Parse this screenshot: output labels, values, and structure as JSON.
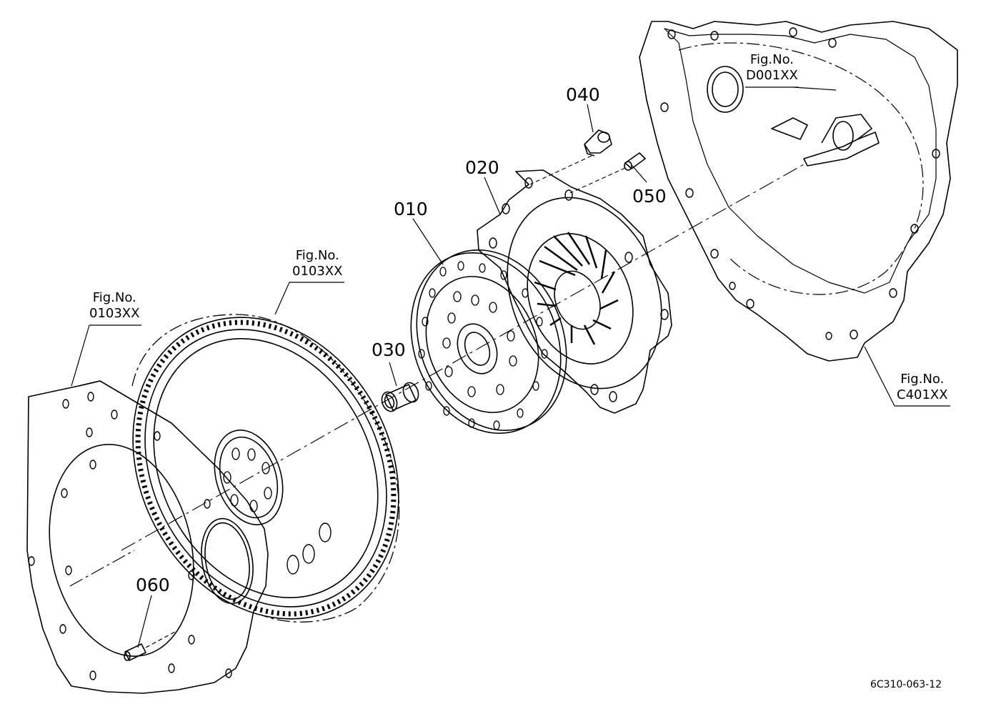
{
  "parts": [
    "010",
    "020",
    "030",
    "040",
    "050",
    "060"
  ],
  "fig_refs": [
    {
      "prefix": "Fig.No.",
      "code": "0103XX"
    },
    {
      "prefix": "Fig.No.",
      "code": "0103XX"
    },
    {
      "prefix": "Fig.No.",
      "code": "D001XX"
    },
    {
      "prefix": "Fig.No.",
      "code": "C401XX"
    }
  ],
  "drawing_code": "6C310-063-12",
  "colors": {
    "line": "#000000",
    "background": "#ffffff"
  }
}
